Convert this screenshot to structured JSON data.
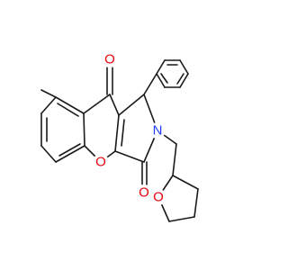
{
  "structure": {
    "atoms": [
      {
        "id": "O_ketone",
        "symbol": "O",
        "color": "#e8000b"
      },
      {
        "id": "O_ring",
        "symbol": "O",
        "color": "#e8000b"
      },
      {
        "id": "O_lactam",
        "symbol": "O",
        "color": "#e8000b"
      },
      {
        "id": "N_ring",
        "symbol": "N",
        "color": "#1f3cff"
      },
      {
        "id": "O_thf",
        "symbol": "O",
        "color": "#e8000b"
      }
    ],
    "bond_color": "#1a1a1a"
  }
}
